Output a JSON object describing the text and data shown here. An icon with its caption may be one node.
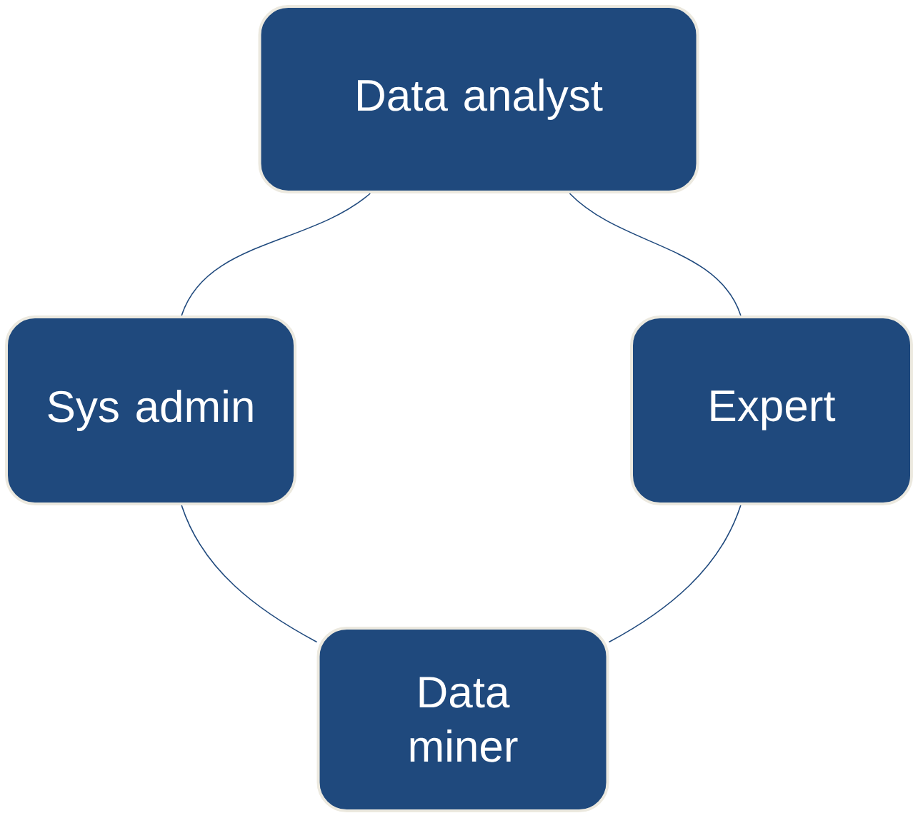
{
  "diagram": {
    "nodes": [
      {
        "text": [
          "Data analyst"
        ]
      },
      {
        "text": [
          "Expert"
        ]
      },
      {
        "text": [
          "Data miner"
        ]
      },
      {
        "text": [
          "Sys admin"
        ]
      }
    ],
    "edges": [
      {
        "from": 0,
        "to": 1,
        "arrow": "none"
      },
      {
        "from": 1,
        "to": 2,
        "arrow": "none"
      },
      {
        "from": 2,
        "to": 3,
        "arrow": "none"
      },
      {
        "from": 3,
        "to": 0,
        "arrow": "none"
      }
    ]
  }
}
